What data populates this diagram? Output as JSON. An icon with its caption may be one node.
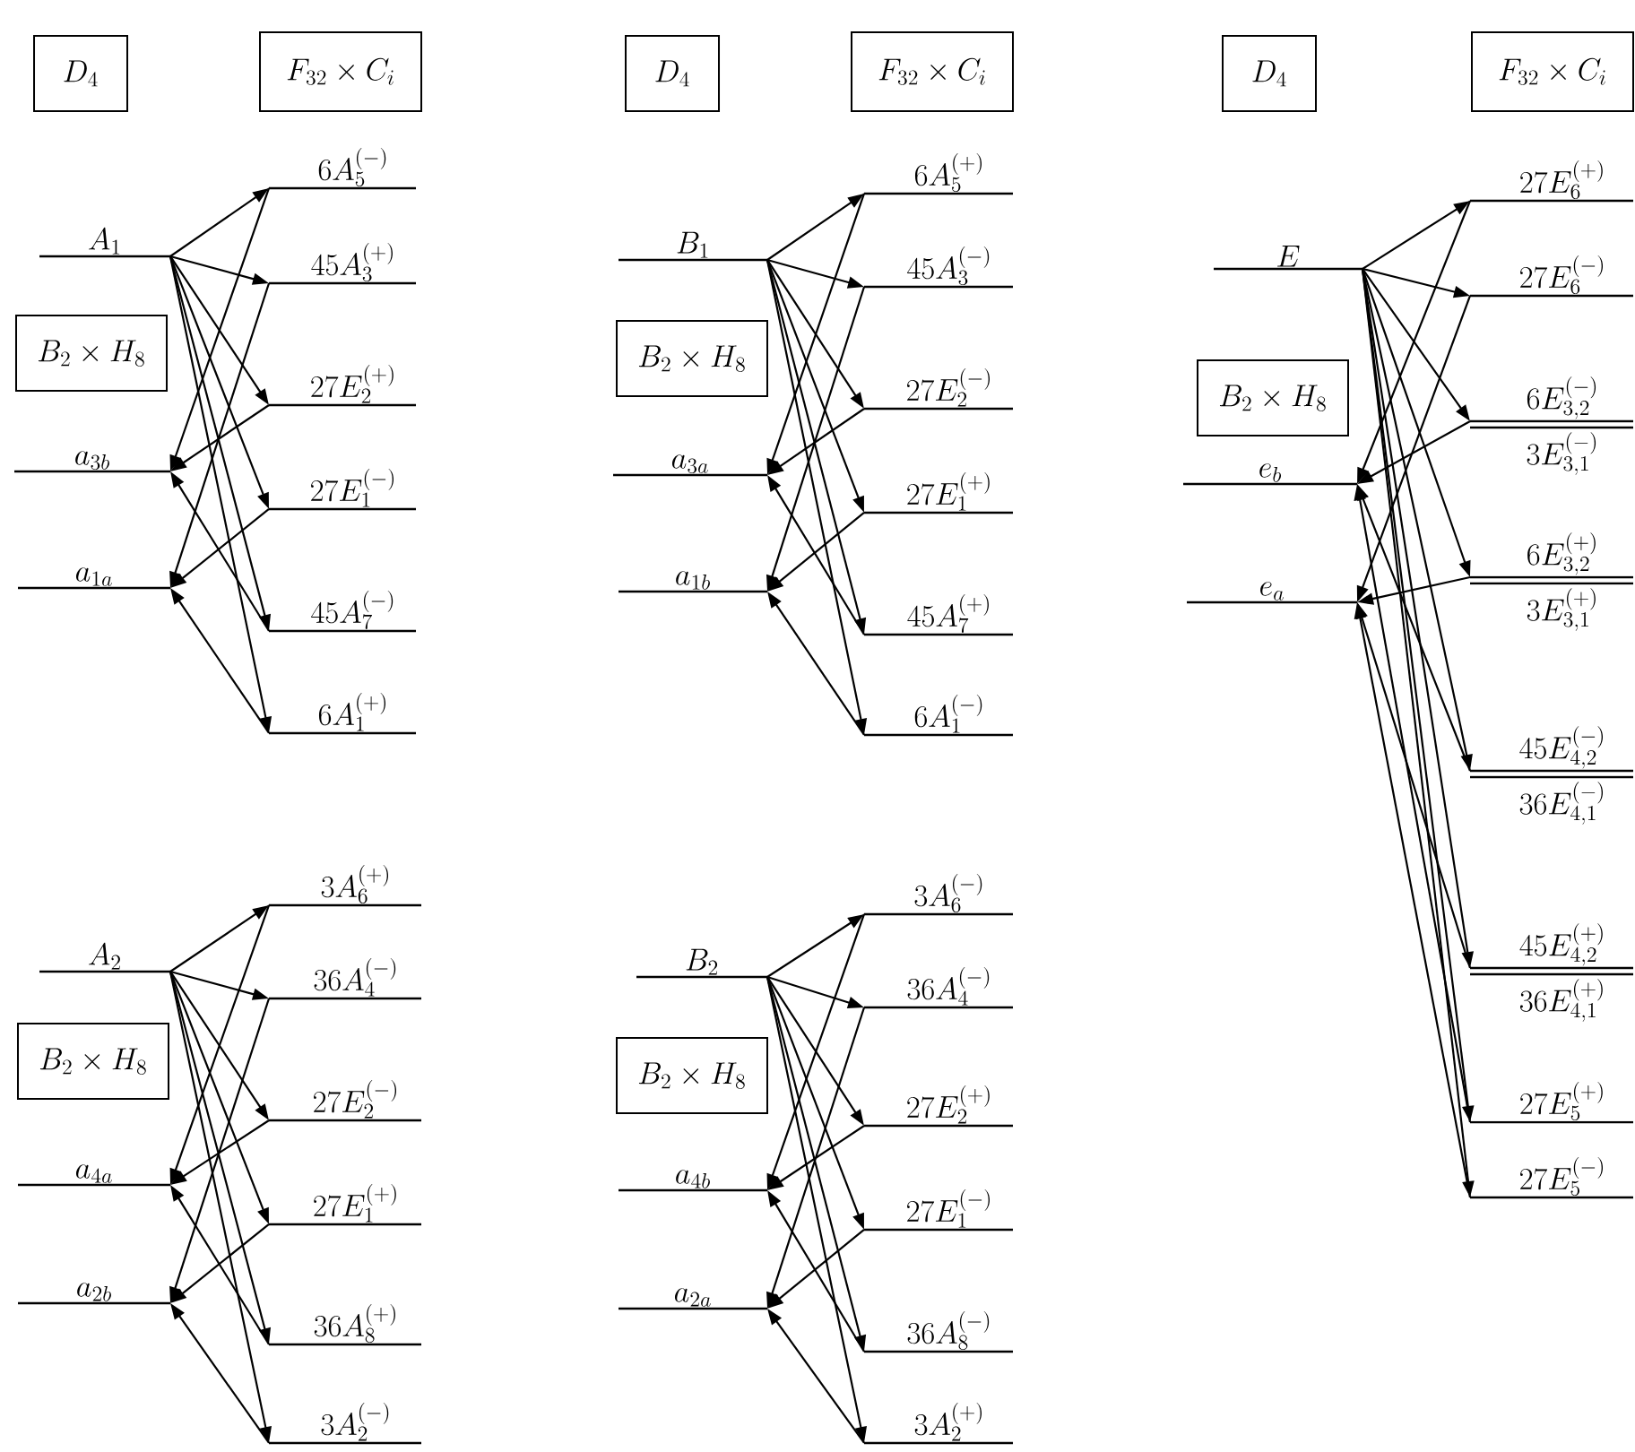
{
  "diagram": {
    "nodes": [
      {
        "text": [
          "D_4"
        ]
      },
      {
        "text": [
          "F_{32}\\times C_i"
        ]
      },
      {
        "text": [
          "A_1"
        ]
      },
      {
        "text": [
          "B_2\\times H_8"
        ]
      },
      {
        "text": [
          "a_{3b}"
        ]
      },
      {
        "text": [
          "a_{1a}"
        ]
      },
      {
        "text": [
          "6A_5^{(-)}"
        ]
      },
      {
        "text": [
          "45A_3^{(+)}"
        ]
      },
      {
        "text": [
          "27E_2^{(+)}"
        ]
      },
      {
        "text": [
          "27E_1^{(-)}"
        ]
      },
      {
        "text": [
          "45A_7^{(-)}"
        ]
      },
      {
        "text": [
          "6A_1^{(+)}"
        ]
      },
      {
        "text": [
          "D_4"
        ]
      },
      {
        "text": [
          "F_{32}\\times C_i"
        ]
      },
      {
        "text": [
          "B_1"
        ]
      },
      {
        "text": [
          "B_2\\times H_8"
        ]
      },
      {
        "text": [
          "a_{3a}"
        ]
      },
      {
        "text": [
          "a_{1b}"
        ]
      },
      {
        "text": [
          "6A_5^{(+)}"
        ]
      },
      {
        "text": [
          "45A_3^{(-)}"
        ]
      },
      {
        "text": [
          "27E_2^{(-)}"
        ]
      },
      {
        "text": [
          "27E_1^{(+)}"
        ]
      },
      {
        "text": [
          "45A_7^{(+)}"
        ]
      },
      {
        "text": [
          "6A_1^{(-)}"
        ]
      },
      {
        "text": [
          "D_4"
        ]
      },
      {
        "text": [
          "F_{32}\\times C_i"
        ]
      },
      {
        "text": [
          "E"
        ]
      },
      {
        "text": [
          "B_2\\times H_8"
        ]
      },
      {
        "text": [
          "e_b"
        ]
      },
      {
        "text": [
          "e_a"
        ]
      },
      {
        "text": [
          "27E_6^{(+)}"
        ]
      },
      {
        "text": [
          "27E_6^{(-)}"
        ]
      },
      {
        "text": [
          "6E_{3,2}^{(-)}",
          "3E_{3,1}^{(-)}"
        ]
      },
      {
        "text": [
          "6E_{3,2}^{(+)}",
          "3E_{3,1}^{(+)}"
        ]
      },
      {
        "text": [
          "45E_{4,2}^{(-)}",
          "36E_{4,1}^{(-)}"
        ]
      },
      {
        "text": [
          "45E_{4,2}^{(+)}",
          "36E_{4,1}^{(+)}"
        ]
      },
      {
        "text": [
          "27E_5^{(+)}"
        ]
      },
      {
        "text": [
          "27E_5^{(-)}"
        ]
      },
      {
        "text": [
          "A_2"
        ]
      },
      {
        "text": [
          "B_2\\times H_8"
        ]
      },
      {
        "text": [
          "a_{4a}"
        ]
      },
      {
        "text": [
          "a_{2b}"
        ]
      },
      {
        "text": [
          "3A_6^{(+)}"
        ]
      },
      {
        "text": [
          "36A_4^{(-)}"
        ]
      },
      {
        "text": [
          "27E_2^{(-)}"
        ]
      },
      {
        "text": [
          "27E_1^{(+)}"
        ]
      },
      {
        "text": [
          "36A_8^{(+)}"
        ]
      },
      {
        "text": [
          "3A_2^{(-)}"
        ]
      },
      {
        "text": [
          "B_2"
        ]
      },
      {
        "text": [
          "B_2\\times H_8"
        ]
      },
      {
        "text": [
          "a_{4b}"
        ]
      },
      {
        "text": [
          "a_{2a}"
        ]
      },
      {
        "text": [
          "3A_6^{(-)}"
        ]
      },
      {
        "text": [
          "36A_4^{(-)}"
        ]
      },
      {
        "text": [
          "27E_2^{(+)}"
        ]
      },
      {
        "text": [
          "27E_1^{(-)}"
        ]
      },
      {
        "text": [
          "36A_8^{(-)}"
        ]
      },
      {
        "text": [
          "3A_2^{(+)}"
        ]
      }
    ],
    "edges": [
      {
        "from": 2,
        "to": 6,
        "arrow": "to"
      },
      {
        "from": 2,
        "to": 7,
        "arrow": "to"
      },
      {
        "from": 2,
        "to": 8,
        "arrow": "to"
      },
      {
        "from": 2,
        "to": 9,
        "arrow": "to"
      },
      {
        "from": 2,
        "to": 10,
        "arrow": "to"
      },
      {
        "from": 2,
        "to": 11,
        "arrow": "to"
      },
      {
        "from": 6,
        "to": 4,
        "arrow": "to"
      },
      {
        "from": 8,
        "to": 4,
        "arrow": "to"
      },
      {
        "from": 10,
        "to": 4,
        "arrow": "to"
      },
      {
        "from": 7,
        "to": 5,
        "arrow": "to"
      },
      {
        "from": 9,
        "to": 5,
        "arrow": "to"
      },
      {
        "from": 11,
        "to": 5,
        "arrow": "to"
      },
      {
        "from": 14,
        "to": 18,
        "arrow": "to"
      },
      {
        "from": 14,
        "to": 19,
        "arrow": "to"
      },
      {
        "from": 14,
        "to": 20,
        "arrow": "to"
      },
      {
        "from": 14,
        "to": 21,
        "arrow": "to"
      },
      {
        "from": 14,
        "to": 22,
        "arrow": "to"
      },
      {
        "from": 14,
        "to": 23,
        "arrow": "to"
      },
      {
        "from": 18,
        "to": 16,
        "arrow": "to"
      },
      {
        "from": 20,
        "to": 16,
        "arrow": "to"
      },
      {
        "from": 22,
        "to": 16,
        "arrow": "to"
      },
      {
        "from": 19,
        "to": 17,
        "arrow": "to"
      },
      {
        "from": 21,
        "to": 17,
        "arrow": "to"
      },
      {
        "from": 23,
        "to": 17,
        "arrow": "to"
      },
      {
        "from": 26,
        "to": 30,
        "arrow": "to"
      },
      {
        "from": 26,
        "to": 31,
        "arrow": "to"
      },
      {
        "from": 26,
        "to": 32,
        "arrow": "to"
      },
      {
        "from": 26,
        "to": 33,
        "arrow": "to"
      },
      {
        "from": 26,
        "to": 34,
        "arrow": "to"
      },
      {
        "from": 26,
        "to": 35,
        "arrow": "to"
      },
      {
        "from": 26,
        "to": 36,
        "arrow": "to"
      },
      {
        "from": 26,
        "to": 37,
        "arrow": "to"
      },
      {
        "from": 30,
        "to": 28,
        "arrow": "to"
      },
      {
        "from": 32,
        "to": 28,
        "arrow": "to"
      },
      {
        "from": 34,
        "to": 28,
        "arrow": "to"
      },
      {
        "from": 36,
        "to": 28,
        "arrow": "to"
      },
      {
        "from": 31,
        "to": 29,
        "arrow": "to"
      },
      {
        "from": 33,
        "to": 29,
        "arrow": "to"
      },
      {
        "from": 35,
        "to": 29,
        "arrow": "to"
      },
      {
        "from": 37,
        "to": 29,
        "arrow": "to"
      },
      {
        "from": 38,
        "to": 42,
        "arrow": "to"
      },
      {
        "from": 38,
        "to": 43,
        "arrow": "to"
      },
      {
        "from": 38,
        "to": 44,
        "arrow": "to"
      },
      {
        "from": 38,
        "to": 45,
        "arrow": "to"
      },
      {
        "from": 38,
        "to": 46,
        "arrow": "to"
      },
      {
        "from": 38,
        "to": 47,
        "arrow": "to"
      },
      {
        "from": 42,
        "to": 40,
        "arrow": "to"
      },
      {
        "from": 44,
        "to": 40,
        "arrow": "to"
      },
      {
        "from": 46,
        "to": 40,
        "arrow": "to"
      },
      {
        "from": 43,
        "to": 41,
        "arrow": "to"
      },
      {
        "from": 45,
        "to": 41,
        "arrow": "to"
      },
      {
        "from": 47,
        "to": 41,
        "arrow": "to"
      },
      {
        "from": 48,
        "to": 52,
        "arrow": "to"
      },
      {
        "from": 48,
        "to": 53,
        "arrow": "to"
      },
      {
        "from": 48,
        "to": 54,
        "arrow": "to"
      },
      {
        "from": 48,
        "to": 55,
        "arrow": "to"
      },
      {
        "from": 48,
        "to": 56,
        "arrow": "to"
      },
      {
        "from": 48,
        "to": 57,
        "arrow": "to"
      },
      {
        "from": 52,
        "to": 50,
        "arrow": "to"
      },
      {
        "from": 54,
        "to": 50,
        "arrow": "to"
      },
      {
        "from": 56,
        "to": 50,
        "arrow": "to"
      },
      {
        "from": 53,
        "to": 51,
        "arrow": "to"
      },
      {
        "from": 55,
        "to": 51,
        "arrow": "to"
      },
      {
        "from": 57,
        "to": 51,
        "arrow": "to"
      }
    ]
  }
}
